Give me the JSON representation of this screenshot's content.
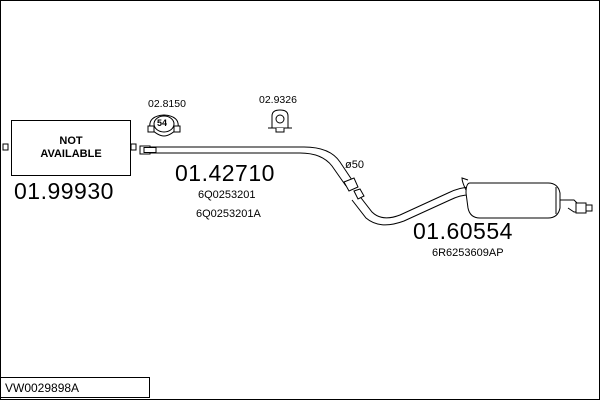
{
  "document_code": "VW0029898A",
  "not_available": {
    "line1": "NOT",
    "line2": "AVAILABLE",
    "part_number": "01.99930"
  },
  "front_pipe": {
    "part_number": "01.42710",
    "oe_refs": [
      "6Q0253201",
      "6Q0253201A"
    ]
  },
  "rear_silencer": {
    "part_number": "01.60554",
    "oe_ref": "6R6253609AP"
  },
  "accessories": [
    {
      "part_number": "02.8150",
      "icon": "exhaust-ring-icon",
      "ring_label": "54"
    },
    {
      "part_number": "02.9326",
      "icon": "rubber-hanger-icon"
    }
  ],
  "diameter_label": "ø50"
}
